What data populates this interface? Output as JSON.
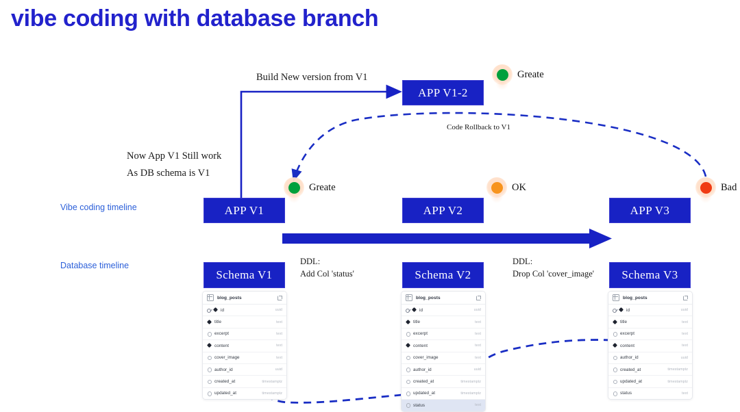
{
  "title": "vibe coding with database branch",
  "colors": {
    "brand_blue": "#1822c4",
    "title_blue": "#2222cc",
    "label_blue": "#2b5fd9",
    "status_great": "#00a03c",
    "status_ok": "#f7941e",
    "status_bad": "#f03b13",
    "highlight_row": "#dfe5f3"
  },
  "timelines": {
    "app_label": "Vibe coding timeline",
    "db_label": "Database timeline"
  },
  "annotations": {
    "build_new": "Build New version from V1",
    "still_work_line1": "Now App V1 Still work",
    "still_work_line2": "As DB schema is V1",
    "code_rollback": "Code Rollback to V1",
    "ddl1_line1": "DDL:",
    "ddl1_line2": "Add Col 'status'",
    "ddl2_line1": "DDL:",
    "ddl2_line2": "Drop Col 'cover_image'"
  },
  "app_boxes": [
    {
      "id": "v1",
      "label": "APP V1"
    },
    {
      "id": "v1-2",
      "label": "APP V1-2"
    },
    {
      "id": "v2",
      "label": "APP V2"
    },
    {
      "id": "v3",
      "label": "APP V3"
    }
  ],
  "schema_boxes": [
    {
      "id": "s1",
      "label": "Schema V1"
    },
    {
      "id": "s2",
      "label": "Schema V2"
    },
    {
      "id": "s3",
      "label": "Schema V3"
    }
  ],
  "status_markers": [
    {
      "id": "v1-2-status",
      "label": "Greate",
      "color": "#00a03c"
    },
    {
      "id": "v1-status",
      "label": "Greate",
      "color": "#00a03c"
    },
    {
      "id": "v2-status",
      "label": "OK",
      "color": "#f7941e"
    },
    {
      "id": "v3-status",
      "label": "Bad",
      "color": "#f03b13"
    }
  ],
  "cards": [
    {
      "id": "card-v1",
      "table": "blog_posts",
      "columns": [
        {
          "name": "id",
          "type": "uuid",
          "key": true,
          "required": true,
          "highlight": false
        },
        {
          "name": "title",
          "type": "text",
          "key": false,
          "required": true,
          "highlight": false
        },
        {
          "name": "excerpt",
          "type": "text",
          "key": false,
          "required": false,
          "highlight": false
        },
        {
          "name": "content",
          "type": "text",
          "key": false,
          "required": true,
          "highlight": false
        },
        {
          "name": "cover_image",
          "type": "text",
          "key": false,
          "required": false,
          "highlight": false
        },
        {
          "name": "author_id",
          "type": "uuid",
          "key": false,
          "required": false,
          "highlight": false
        },
        {
          "name": "created_at",
          "type": "timestamptz",
          "key": false,
          "required": false,
          "highlight": false
        },
        {
          "name": "updated_at",
          "type": "timestamptz",
          "key": false,
          "required": false,
          "highlight": false
        }
      ]
    },
    {
      "id": "card-v2",
      "table": "blog_posts",
      "columns": [
        {
          "name": "id",
          "type": "uuid",
          "key": true,
          "required": true,
          "highlight": false
        },
        {
          "name": "title",
          "type": "text",
          "key": false,
          "required": true,
          "highlight": false
        },
        {
          "name": "excerpt",
          "type": "text",
          "key": false,
          "required": false,
          "highlight": false
        },
        {
          "name": "content",
          "type": "text",
          "key": false,
          "required": true,
          "highlight": false
        },
        {
          "name": "cover_image",
          "type": "text",
          "key": false,
          "required": false,
          "highlight": false
        },
        {
          "name": "author_id",
          "type": "uuid",
          "key": false,
          "required": false,
          "highlight": false
        },
        {
          "name": "created_at",
          "type": "timestamptz",
          "key": false,
          "required": false,
          "highlight": false
        },
        {
          "name": "updated_at",
          "type": "timestamptz",
          "key": false,
          "required": false,
          "highlight": false
        },
        {
          "name": "status",
          "type": "text",
          "key": false,
          "required": false,
          "highlight": true
        }
      ]
    },
    {
      "id": "card-v3",
      "table": "blog_posts",
      "columns": [
        {
          "name": "id",
          "type": "uuid",
          "key": true,
          "required": true,
          "highlight": false
        },
        {
          "name": "title",
          "type": "text",
          "key": false,
          "required": true,
          "highlight": false
        },
        {
          "name": "excerpt",
          "type": "text",
          "key": false,
          "required": false,
          "highlight": false
        },
        {
          "name": "content",
          "type": "text",
          "key": false,
          "required": true,
          "highlight": false
        },
        {
          "name": "author_id",
          "type": "uuid",
          "key": false,
          "required": false,
          "highlight": false
        },
        {
          "name": "created_at",
          "type": "timestamptz",
          "key": false,
          "required": false,
          "highlight": false
        },
        {
          "name": "updated_at",
          "type": "timestamptz",
          "key": false,
          "required": false,
          "highlight": false
        },
        {
          "name": "status",
          "type": "text",
          "key": false,
          "required": false,
          "highlight": false
        }
      ]
    }
  ]
}
